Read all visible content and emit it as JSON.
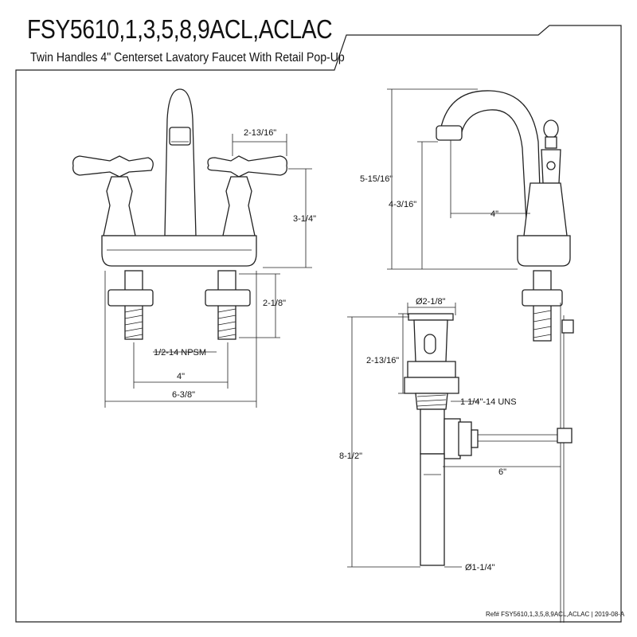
{
  "title": "FSY5610,1,3,5,8,9ACL,ACLAC",
  "subtitle": "Twin Handles 4\" Centerset Lavatory Faucet With Retail Pop-Up",
  "dimensions": {
    "handle_offset": "2-13/16\"",
    "height_to_handle_top": "3-1/4\"",
    "shank_length": "2-1/8\"",
    "thread": "1/2-14 NPSM",
    "centers": "4\"",
    "overall_width": "6-3/8\"",
    "spout_height": "5-15/16\"",
    "spout_clearance": "4-3/16\"",
    "spout_reach": "4\"",
    "drain_diameter": "Ø2-1/8\"",
    "drain_flange_height": "2-13/16\"",
    "drain_thread": "1 1/4\"-14 UNS",
    "pivot_rod": "6\"",
    "drain_overall": "8-1/2\"",
    "tailpiece_diameter": "Ø1-1/4\""
  },
  "footer": "Ref# FSY5610,1,3,5,8,9ACL,ACLAC | 2019-08-A"
}
